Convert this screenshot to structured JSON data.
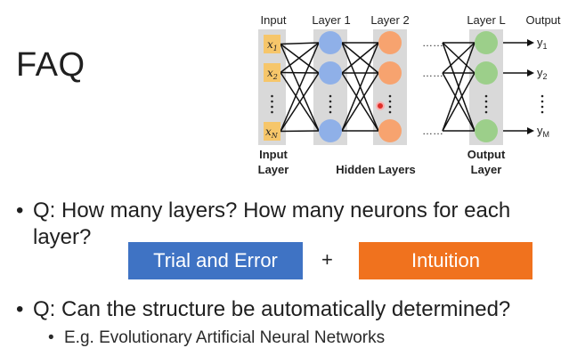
{
  "slide": {
    "title": "FAQ"
  },
  "diagram": {
    "top_labels": {
      "input": "Input",
      "layer1": "Layer 1",
      "layer2": "Layer 2",
      "layerL": "Layer L",
      "output": "Output"
    },
    "inputs": [
      "x",
      "x",
      "x"
    ],
    "input_subscripts": [
      "1",
      "2",
      "N"
    ],
    "outputs": [
      "y",
      "y",
      "y"
    ],
    "output_subscripts": [
      "1",
      "2",
      "M"
    ],
    "ellipsis_h": "……",
    "bottom_labels": {
      "input_layer_line1": "Input",
      "input_layer_line2": "Layer",
      "hidden_layers": "Hidden Layers",
      "output_layer_line1": "Output",
      "output_layer_line2": "Layer"
    },
    "colors": {
      "input_box": "#f6c66a",
      "layer1": "#8fb0e8",
      "layer2": "#f7a36f",
      "layerL": "#9ccf8a",
      "panel": "#d9d9d9"
    }
  },
  "bullets": {
    "dot": "•",
    "q1_line1": "Q: How many layers? How many neurons for each",
    "q1_line2": "layer?",
    "q2": "Q: Can the structure be automatically determined?",
    "sub_dot": "•",
    "sub_text": "E.g. Evolutionary Artificial Neural Networks"
  },
  "buttons": {
    "trial_label": "Trial and Error",
    "plus": "+",
    "intuition_label": "Intuition",
    "trial_color": "#3f73c4",
    "intuition_color": "#f0721e"
  }
}
